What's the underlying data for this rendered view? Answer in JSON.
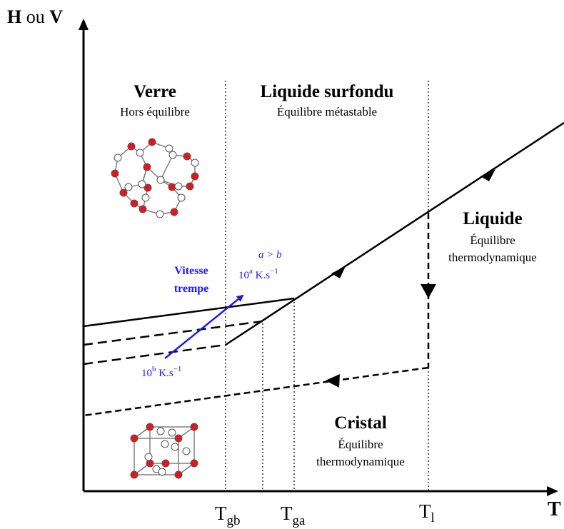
{
  "axes": {
    "y_label_bold_1": "H",
    "y_label_mid": " ou ",
    "y_label_bold_2": "V",
    "x_label": "T",
    "tick_tgb_base": "T",
    "tick_tgb_sub": "gb",
    "tick_tga_base": "T",
    "tick_tga_sub": "ga",
    "tick_tl_base": "T",
    "tick_tl_sub": "l"
  },
  "regions": {
    "verre_title": "Verre",
    "verre_sub": "Hors équilibre",
    "surfondu_title": "Liquide surfondu",
    "surfondu_sub": "Équilibre métastable",
    "liquide_title": "Liquide",
    "liquide_sub1": "Équilibre",
    "liquide_sub2": "thermodynamique",
    "cristal_title": "Cristal",
    "cristal_sub1": "Équilibre",
    "cristal_sub2": "thermodynamique"
  },
  "annotations": {
    "a_gt_b": "a > b",
    "rate_a_base": "10",
    "rate_a_exp": "a",
    "rate_a_unit": " K.s",
    "rate_a_unit_exp": "−1",
    "rate_b_base": "10",
    "rate_b_exp": "b",
    "rate_b_unit": " K.s",
    "rate_b_unit_exp": "−1",
    "vitesse": "Vitesse",
    "trempe": "trempe"
  },
  "colors": {
    "lines": "#000000",
    "quench_arrow": "#1a1aff",
    "atom_red": "#e8141b",
    "atom_white": "#ffffff"
  }
}
